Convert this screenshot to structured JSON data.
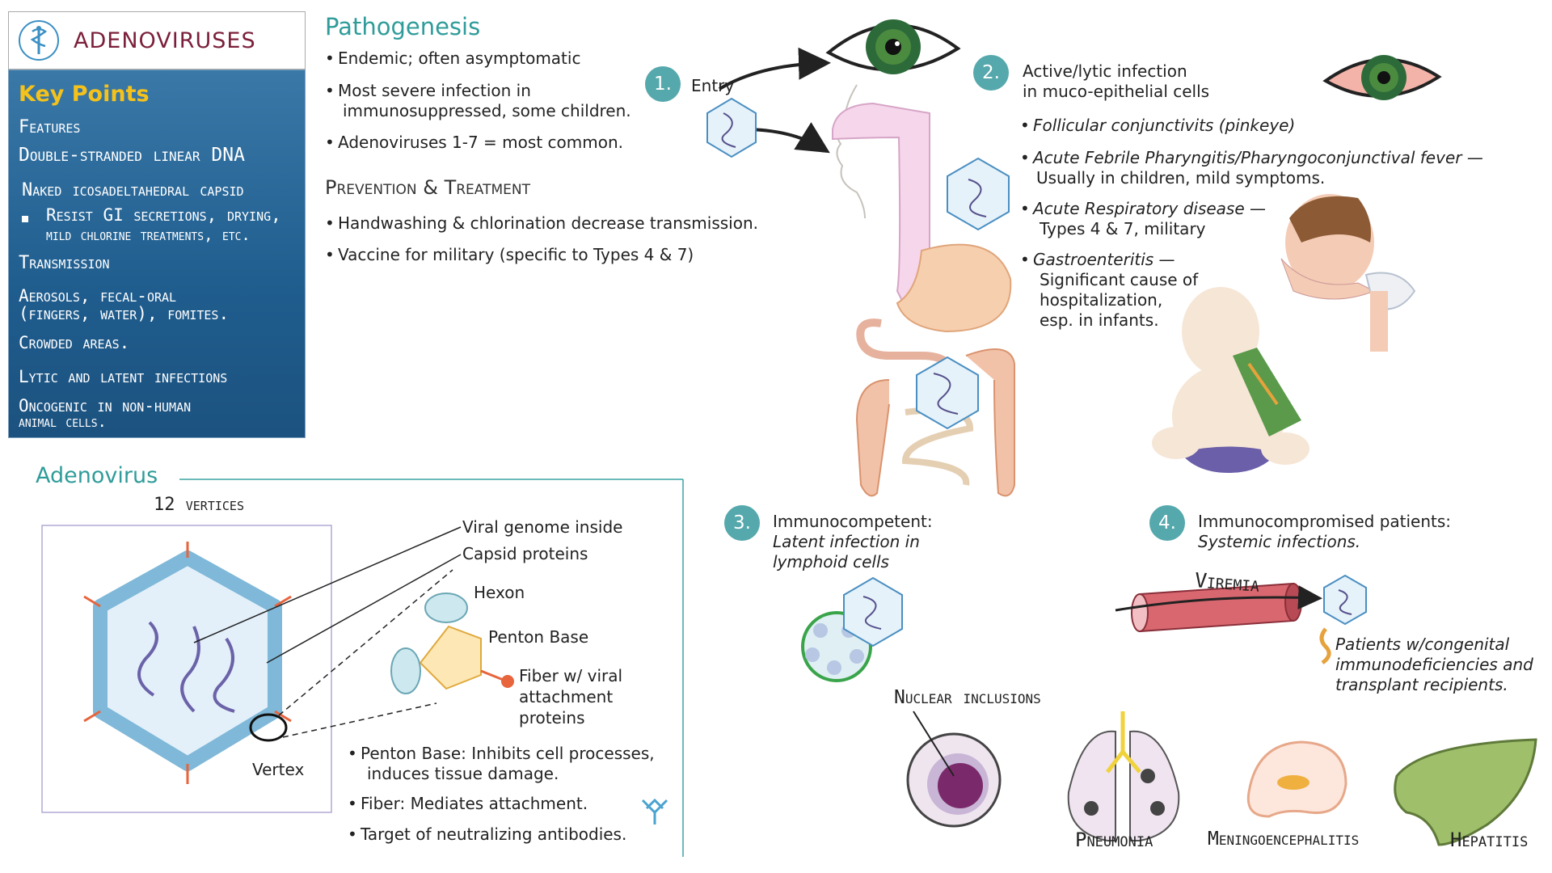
{
  "header": {
    "title": "ADENOVIRUSES"
  },
  "key_points": {
    "title": "Key Points",
    "lines": [
      "Features",
      "Double-stranded linear DNA",
      "Naked icosadeltahedral capsid",
      "Resist GI secretions, drying,",
      "mild chlorine treatments, etc.",
      "Transmission",
      "Aerosols, fecal-oral",
      "(fingers, water), fomites.",
      "Crowded areas.",
      "Lytic and latent infections",
      "Oncogenic in non-human",
      "animal cells."
    ]
  },
  "pathogenesis": {
    "title": "Pathogenesis",
    "bullets": [
      "Endemic; often asymptomatic",
      "Most severe infection in",
      "immunosuppressed, some children.",
      "Adenoviruses 1-7 = most common."
    ]
  },
  "prevention": {
    "title": "Prevention & Treatment",
    "bullets": [
      "Handwashing & chlorination decrease transmission.",
      "Vaccine for military (specific to Types 4 & 7)"
    ]
  },
  "steps": {
    "s1": {
      "num": "1.",
      "label": "Entry"
    },
    "s2": {
      "num": "2.",
      "line1": "Active/lytic infection",
      "line2": "in muco-epithelial cells"
    },
    "s3": {
      "num": "3.",
      "line1": "Immunocompetent:",
      "line2": "Latent infection in",
      "line3": "lymphoid cells"
    },
    "s4": {
      "num": "4.",
      "line1": "Immunocompromised patients:",
      "line2": "Systemic infections."
    }
  },
  "diseases": {
    "d1": "Follicular conjunctivits (pinkeye)",
    "d2a": "Acute Febrile Pharyngitis/Pharyngoconjunctival fever",
    "d2dash": " —",
    "d2b": "Usually in children, mild symptoms.",
    "d3a": "Acute Respiratory disease",
    "d3dash": " —",
    "d3b": "Types 4 & 7, military",
    "d4a": "Gastroenteritis",
    "d4dash": " —",
    "d4b": "Significant cause of",
    "d4c": "hospitalization,",
    "d4d": "esp. in infants."
  },
  "systemic": {
    "viremia": "Viremia",
    "patients1": "Patients w/congenital",
    "patients2": "immunodeficiencies and",
    "patients3": "transplant recipients.",
    "nuclear": "Nuclear inclusions",
    "pneumonia": "Pneumonia",
    "meningo": "Meningoencephalitis",
    "hepatitis": "Hepatitis"
  },
  "adenovirus": {
    "title": "Adenovirus",
    "vertices": "12 vertices",
    "vertex": "Vertex",
    "genome": "Viral genome inside",
    "capsid": "Capsid proteins",
    "hexon": "Hexon",
    "penton": "Penton Base",
    "fiber1": "Fiber w/ viral",
    "fiber2": "attachment",
    "fiber3": "proteins",
    "notes": [
      "Penton Base: Inhibits cell processes,",
      "induces tissue damage.",
      "Fiber: Mediates attachment.",
      "Target of neutralizing antibodies."
    ]
  },
  "colors": {
    "teal": "#2f9c9a",
    "panel": "#1f5d8e",
    "gold": "#f5c21b",
    "maroon": "#7b1f3a",
    "virus": "#7fb8d8"
  }
}
